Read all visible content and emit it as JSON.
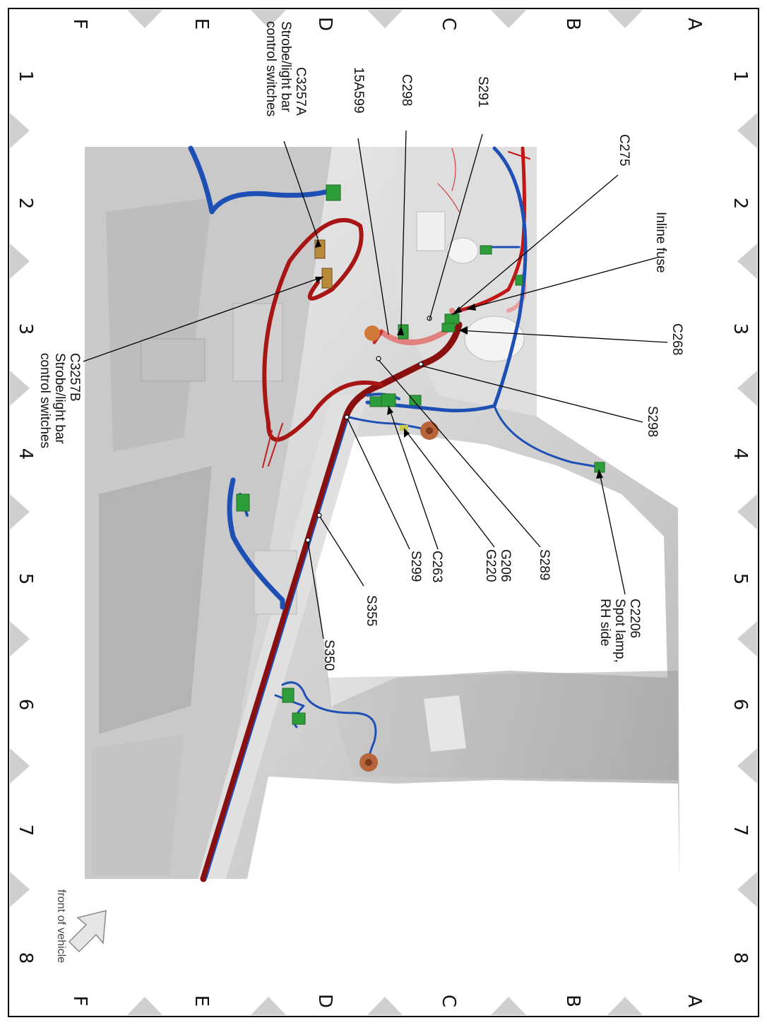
{
  "grid": {
    "letters": [
      "A",
      "B",
      "C",
      "D",
      "E",
      "F"
    ],
    "numbers": [
      "1",
      "2",
      "3",
      "4",
      "5",
      "6",
      "7",
      "8"
    ]
  },
  "callouts": {
    "c275": [
      "C275"
    ],
    "inline_fuse": [
      "Inline fuse"
    ],
    "c268": [
      "C268"
    ],
    "s298": [
      "S298"
    ],
    "c2206": [
      "C2206",
      "Spot lamp,",
      "RH side"
    ],
    "s289": [
      "S289"
    ],
    "g206_g220": [
      "G206",
      "G220"
    ],
    "c263": [
      "C263"
    ],
    "s299": [
      "S299"
    ],
    "s355": [
      "S355"
    ],
    "s350": [
      "S350"
    ],
    "s291": [
      "S291"
    ],
    "c298": [
      "C298"
    ],
    "a15a599": [
      "15A599"
    ],
    "c3257a": [
      "C3257A",
      "Strobe/light bar",
      "control switches"
    ],
    "c3257b": [
      "C3257B",
      "Strobe/light bar",
      "control switches"
    ]
  },
  "front_of_vehicle": "front of vehicle",
  "colors": {
    "harness_red": "#b01818",
    "harness_dark_red": "#8a1010",
    "harness_blue": "#1e4fb5",
    "connector_green": "#2e9e3a",
    "ground_copper": "#b8643a",
    "structure_gray": "#d6d6d6",
    "border_triangle": "#cfcfcf"
  }
}
